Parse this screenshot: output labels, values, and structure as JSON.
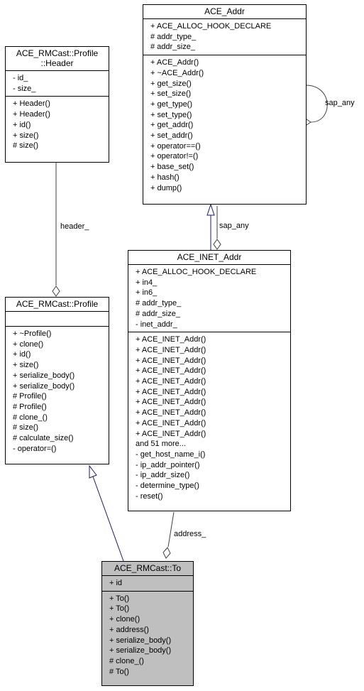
{
  "classes": {
    "header": {
      "title": [
        "ACE_RMCast::Profile",
        "::Header"
      ],
      "attributes": [
        "- id_",
        "- size_"
      ],
      "methods": [
        "+ Header()",
        "+ Header()",
        "+ id()",
        "+ size()",
        "# size()"
      ]
    },
    "addr": {
      "title": [
        "ACE_Addr"
      ],
      "attributes": [
        "+ ACE_ALLOC_HOOK_DECLARE",
        "# addr_type_",
        "# addr_size_"
      ],
      "methods": [
        "+ ACE_Addr()",
        "+ ~ACE_Addr()",
        "+ get_size()",
        "+ set_size()",
        "+ get_type()",
        "+ set_type()",
        "+ get_addr()",
        "+ set_addr()",
        "+ operator==()",
        "+ operator!=()",
        "+ base_set()",
        "+ hash()",
        "+ dump()"
      ]
    },
    "inet": {
      "title": [
        "ACE_INET_Addr"
      ],
      "attributes": [
        "+ ACE_ALLOC_HOOK_DECLARE",
        "+ in4_",
        "+ in6_",
        "# addr_type_",
        "# addr_size_",
        "- inet_addr_"
      ],
      "methods": [
        "+ ACE_INET_Addr()",
        "+ ACE_INET_Addr()",
        "+ ACE_INET_Addr()",
        "+ ACE_INET_Addr()",
        "+ ACE_INET_Addr()",
        "+ ACE_INET_Addr()",
        "+ ACE_INET_Addr()",
        "+ ACE_INET_Addr()",
        "+ ACE_INET_Addr()",
        "+ ACE_INET_Addr()",
        "and 51 more...",
        "- get_host_name_i()",
        "- ip_addr_pointer()",
        "- ip_addr_size()",
        "- determine_type()",
        "- reset()"
      ]
    },
    "profile": {
      "title": [
        "ACE_RMCast::Profile"
      ],
      "attributes": [],
      "methods": [
        "+ ~Profile()",
        "+ clone()",
        "+ id()",
        "+ size()",
        "+ serialize_body()",
        "+ serialize_body()",
        "# Profile()",
        "# Profile()",
        "# clone_()",
        "# size()",
        "# calculate_size()",
        "- operator=()"
      ]
    },
    "to": {
      "title": [
        "ACE_RMCast::To"
      ],
      "attributes": [
        "+ id"
      ],
      "methods": [
        "+ To()",
        "+ To()",
        "+ clone()",
        "+ address()",
        "+ serialize_body()",
        "+ serialize_body()",
        "# clone_()",
        "# To()"
      ]
    }
  },
  "edge_labels": {
    "header": "header_",
    "sap_any_self": "sap_any",
    "sap_any_inherit": "sap_any",
    "address": "address_"
  },
  "colors": {
    "inheritance": "#191970",
    "association": "#404040",
    "highlight_fill": "#bfbfbf"
  }
}
